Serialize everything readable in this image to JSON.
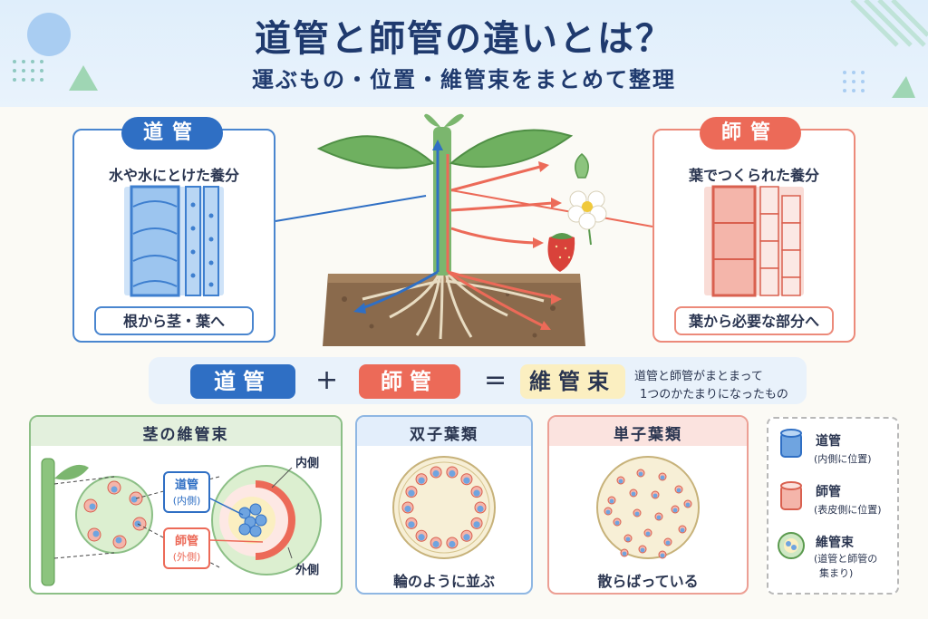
{
  "header": {
    "title": "道管と師管の違いとは？",
    "subtitle": "運ぶもの・位置・維管束をまとめて整理"
  },
  "xylem_panel": {
    "label": "道管",
    "carries": "水や水にとけた養分",
    "direction": "根から茎・葉へ"
  },
  "phloem_panel": {
    "label": "師管",
    "carries": "葉でつくられた養分",
    "direction": "葉から必要な部分へ"
  },
  "equation": {
    "term1": "道管",
    "plus": "+",
    "term2": "師管",
    "equals": "=",
    "result": "維管束",
    "note_line1": "道管と師管がまとまって",
    "note_line2": "1つのかたまりになったもの"
  },
  "stem_panel": {
    "title": "茎の維管束",
    "inner": "内側",
    "outer": "外側",
    "xylem_label": "道管",
    "xylem_pos": "(内側)",
    "phloem_label": "師管",
    "phloem_pos": "(外側)"
  },
  "dicot_panel": {
    "title": "双子葉類",
    "caption": "輪のように並ぶ"
  },
  "monocot_panel": {
    "title": "単子葉類",
    "caption": "散らばっている"
  },
  "legend": {
    "xylem": "道管",
    "xylem_note": "(内側に位置)",
    "phloem": "師管",
    "phloem_note": "(表皮側に位置)",
    "bundle": "維管束",
    "bundle_note1": "(道管と師管の",
    "bundle_note2": "集まり)"
  },
  "colors": {
    "xylem_blue": "#2f6fc4",
    "phloem_red": "#ec6a58",
    "bundle_yellow": "#fbefc1",
    "green": "#8cbf86"
  }
}
